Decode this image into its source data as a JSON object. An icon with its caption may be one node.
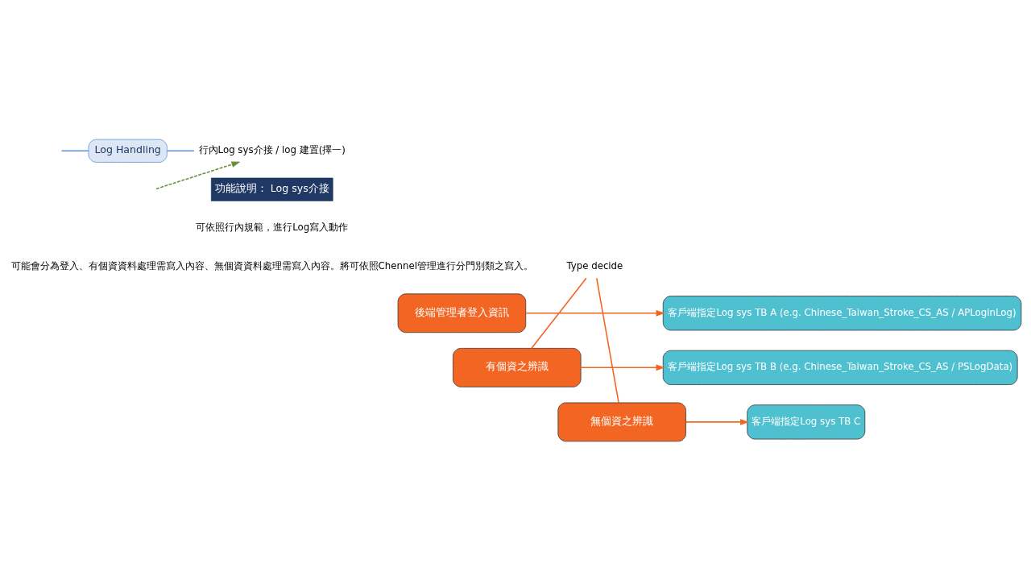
{
  "diagram": {
    "nodes": [
      {
        "text": [
          "Log Handling"
        ]
      },
      {
        "text": [
          "行內Log sys介接 / log 建置(擇一)"
        ]
      },
      {
        "text": [
          "功能說明： Log sys介接"
        ]
      },
      {
        "text": [
          "後端管理者登入資訊"
        ]
      },
      {
        "text": [
          "客戶端指定Log sys TB A (e.g. Chinese_Taiwan_Stroke_CS_AS / APLoginLog)"
        ]
      },
      {
        "text": [
          "有個資之辨識"
        ]
      },
      {
        "text": [
          "客戶端指定Log sys TB B (e.g. Chinese_Taiwan_Stroke_CS_AS / PSLogData)"
        ]
      },
      {
        "text": [
          "無個資之辨識"
        ]
      },
      {
        "text": [
          "客戶端指定Log sys TB C"
        ]
      },
      {
        "text": [
          "Type decide"
        ]
      }
    ],
    "edges": [
      {
        "from": null,
        "to": 0,
        "arrow": "none",
        "color": "#5b8fd0"
      },
      {
        "from": 0,
        "to": 1,
        "arrow": "none",
        "color": "#5b8fd0"
      },
      {
        "from": null,
        "to": 1,
        "arrow": "to",
        "style": "dashed",
        "color": "#6a8f3a"
      },
      {
        "from": 3,
        "to": 4,
        "arrow": "to"
      },
      {
        "from": 5,
        "to": 6,
        "arrow": "to"
      },
      {
        "from": 7,
        "to": 8,
        "arrow": "to"
      },
      {
        "from": 9,
        "to": 5,
        "arrow": "none"
      },
      {
        "from": 9,
        "to": 7,
        "arrow": "none"
      }
    ],
    "labels": [
      "可依照行內規範，進行Log寫入動作",
      "可能會分為登入、有個資資料處理需寫入內容、無個資資料處理需寫入內容。將可依照Chennel管理進行分門別類之寫入。"
    ]
  }
}
